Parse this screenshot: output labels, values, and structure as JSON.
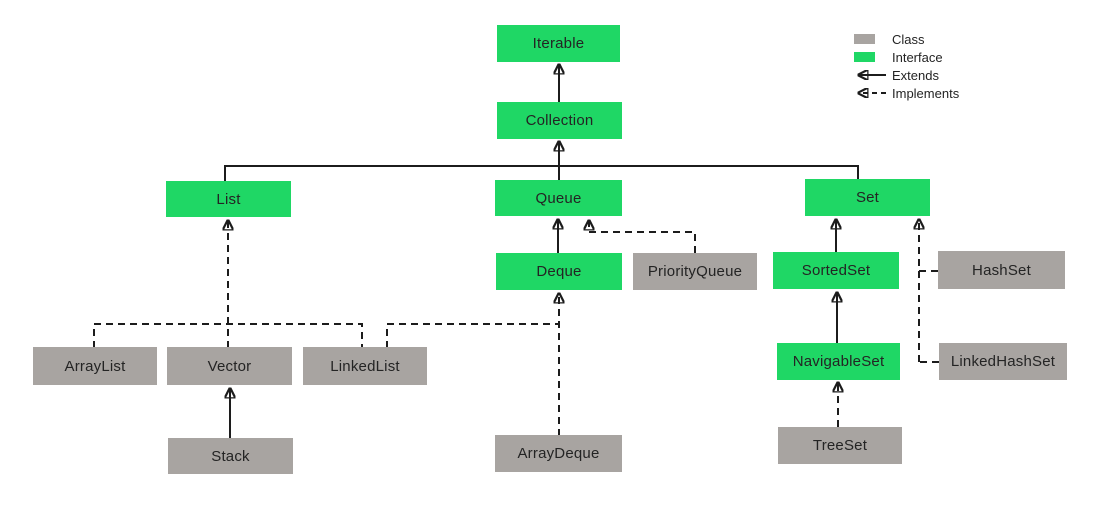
{
  "colors": {
    "interface": "#1fd765",
    "class": "#a8a4a1",
    "line": "#1c1c1c",
    "text": "#242424",
    "background": "#ffffff"
  },
  "legend": {
    "class_label": "Class",
    "interface_label": "Interface",
    "extends_label": "Extends",
    "implements_label": "Implements"
  },
  "nodes": {
    "iterable": {
      "label": "Iterable",
      "type": "interface"
    },
    "collection": {
      "label": "Collection",
      "type": "interface"
    },
    "list": {
      "label": "List",
      "type": "interface"
    },
    "queue": {
      "label": "Queue",
      "type": "interface"
    },
    "set": {
      "label": "Set",
      "type": "interface"
    },
    "deque": {
      "label": "Deque",
      "type": "interface"
    },
    "priorityqueue": {
      "label": "PriorityQueue",
      "type": "class"
    },
    "sortedset": {
      "label": "SortedSet",
      "type": "interface"
    },
    "hashset": {
      "label": "HashSet",
      "type": "class"
    },
    "arraylist": {
      "label": "ArrayList",
      "type": "class"
    },
    "vector": {
      "label": "Vector",
      "type": "class"
    },
    "linkedlist": {
      "label": "LinkedList",
      "type": "class"
    },
    "navigableset": {
      "label": "NavigableSet",
      "type": "interface"
    },
    "linkedhashset": {
      "label": "LinkedHashSet",
      "type": "class"
    },
    "stack": {
      "label": "Stack",
      "type": "class"
    },
    "arraydeque": {
      "label": "ArrayDeque",
      "type": "class"
    },
    "treeset": {
      "label": "TreeSet",
      "type": "class"
    }
  },
  "edges": [
    {
      "from": "Collection",
      "to": "Iterable",
      "relation": "extends"
    },
    {
      "from": "List",
      "to": "Collection",
      "relation": "extends"
    },
    {
      "from": "Queue",
      "to": "Collection",
      "relation": "extends"
    },
    {
      "from": "Set",
      "to": "Collection",
      "relation": "extends"
    },
    {
      "from": "Deque",
      "to": "Queue",
      "relation": "extends"
    },
    {
      "from": "SortedSet",
      "to": "Set",
      "relation": "extends"
    },
    {
      "from": "NavigableSet",
      "to": "SortedSet",
      "relation": "extends"
    },
    {
      "from": "Stack",
      "to": "Vector",
      "relation": "extends"
    },
    {
      "from": "ArrayList",
      "to": "List",
      "relation": "implements"
    },
    {
      "from": "Vector",
      "to": "List",
      "relation": "implements"
    },
    {
      "from": "LinkedList",
      "to": "List",
      "relation": "implements"
    },
    {
      "from": "LinkedList",
      "to": "Deque",
      "relation": "implements"
    },
    {
      "from": "ArrayDeque",
      "to": "Deque",
      "relation": "implements"
    },
    {
      "from": "PriorityQueue",
      "to": "Queue",
      "relation": "implements"
    },
    {
      "from": "HashSet",
      "to": "Set",
      "relation": "implements"
    },
    {
      "from": "LinkedHashSet",
      "to": "Set",
      "relation": "implements"
    },
    {
      "from": "TreeSet",
      "to": "NavigableSet",
      "relation": "implements"
    }
  ]
}
